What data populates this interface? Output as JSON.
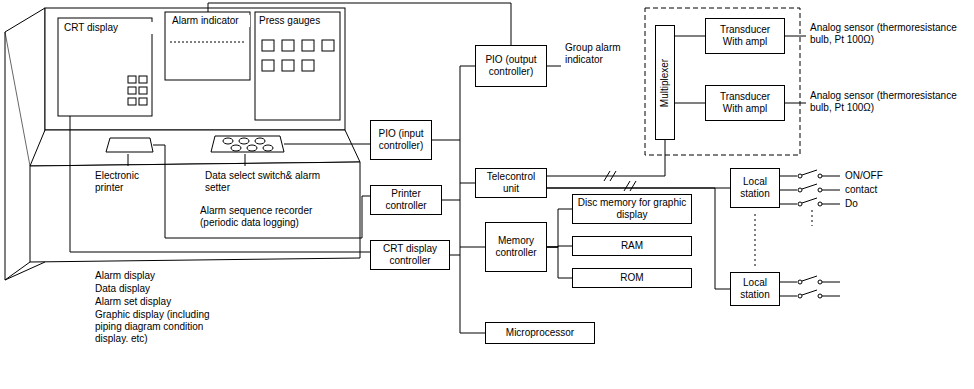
{
  "diagram": {
    "nodes": [
      {
        "text": [
          "PIO (output controller)"
        ]
      },
      {
        "text": [
          "PIO (input controller)"
        ]
      },
      {
        "text": [
          "Telecontrol unit"
        ]
      },
      {
        "text": [
          "Printer controller"
        ]
      },
      {
        "text": [
          "Memory controller"
        ]
      },
      {
        "text": [
          "Disc memory for graphic display"
        ]
      },
      {
        "text": [
          "RAM"
        ]
      },
      {
        "text": [
          "ROM"
        ]
      },
      {
        "text": [
          "CRT display controller"
        ]
      },
      {
        "text": [
          "Microprocessor"
        ]
      },
      {
        "text": [
          "Multiplexer"
        ]
      },
      {
        "text": [
          "Transducer With ampl"
        ]
      },
      {
        "text": [
          "Transducer With ampl"
        ]
      },
      {
        "text": [
          "Local station"
        ]
      },
      {
        "text": [
          "Local station"
        ]
      }
    ],
    "edges": [
      {
        "from": 4,
        "to": 5,
        "arrow": "none"
      },
      {
        "from": 4,
        "to": 6,
        "arrow": "none"
      },
      {
        "from": 4,
        "to": 7,
        "arrow": "none"
      },
      {
        "from": 2,
        "to": 10,
        "arrow": "none"
      },
      {
        "from": 2,
        "to": 13,
        "arrow": "none"
      },
      {
        "from": 2,
        "to": 14,
        "arrow": "none"
      },
      {
        "from": 10,
        "to": 11,
        "arrow": "none"
      },
      {
        "from": 10,
        "to": 12,
        "arrow": "none"
      }
    ],
    "labels": [
      "CRT display",
      "Alarm indicator",
      "Press gauges",
      "Electronic printer",
      "Data select switch& alarm setter",
      "Group alarm indicator",
      "Alarm sequence recorder (periodic data logging)",
      "Alarm display",
      "Data display",
      "Alarm set display",
      "Graphic display (including piping diagram condition display. etc)",
      "Analog sensor (thermoresistance bulb, Pt 100Ω)",
      "Analog sensor (thermoresistance bulb, Pt 100Ω)",
      "ON/OFF",
      "contact",
      "Do"
    ]
  }
}
